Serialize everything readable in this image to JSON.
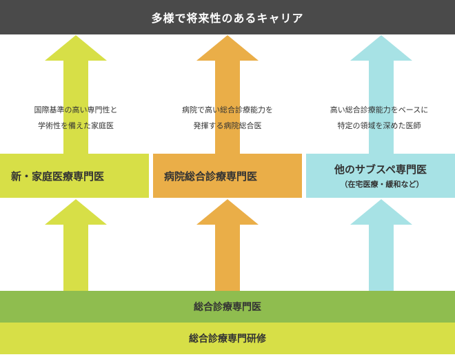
{
  "title": "多様で将来性のあるキャリア",
  "colors": {
    "dark_bar": "#4a4a4a",
    "yellow_green": "#d7df47",
    "orange": "#eaae48",
    "light_blue": "#a7e2e5",
    "green": "#8fbd4f"
  },
  "careers": [
    {
      "description": [
        "国際基準の高い専門性と",
        "学術性を備えた家庭医"
      ],
      "label": "新・家庭医療専門医",
      "sublabel": ""
    },
    {
      "description": [
        "病院で高い総合診療能力を",
        "発揮する病院総合医"
      ],
      "label": "病院総合診療専門医",
      "sublabel": ""
    },
    {
      "description": [
        "高い総合診療能力をベースに",
        "特定の領域を深めた医師"
      ],
      "label": "他のサブスペ専門医",
      "sublabel": "（在宅医療・緩和など）"
    }
  ],
  "specialist_label": "総合診療専門医",
  "training_label": "総合診療専門研修"
}
